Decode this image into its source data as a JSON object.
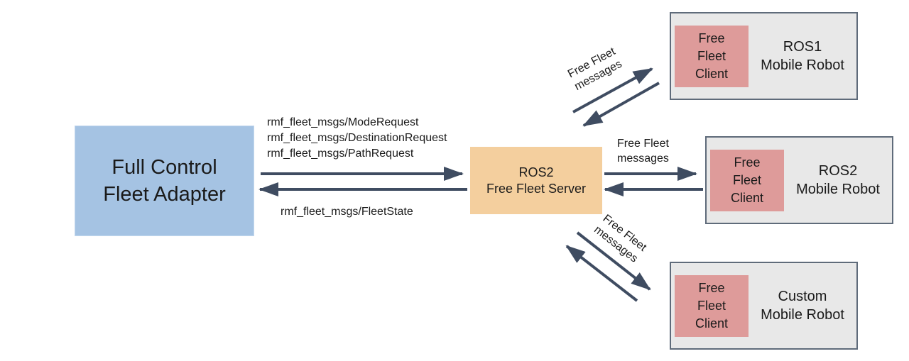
{
  "colors": {
    "arrow": "#3f4c61",
    "adapter-fill": "#a5c3e3",
    "server-fill": "#f4cf9e",
    "client-fill": "#de9b9a",
    "robot-fill": "#e8e8e8",
    "robot-border": "#5f6b7a",
    "text": "#1a1a1a"
  },
  "adapter": {
    "lines": [
      "Full Control",
      "Fleet Adapter"
    ]
  },
  "server": {
    "lines": [
      "ROS2",
      "Free Fleet Server"
    ]
  },
  "topics_to_server": {
    "lines": [
      "rmf_fleet_msgs/ModeRequest",
      "rmf_fleet_msgs/DestinationRequest",
      "rmf_fleet_msgs/PathRequest"
    ]
  },
  "topic_from_server": "rmf_fleet_msgs/FleetState",
  "free_fleet_messages": {
    "lines": [
      "Free Fleet",
      "messages"
    ]
  },
  "robots": {
    "ros1": {
      "client_lines": [
        "Free",
        "Fleet",
        "Client"
      ],
      "name_lines": [
        "ROS1",
        "Mobile Robot"
      ]
    },
    "ros2": {
      "client_lines": [
        "Free",
        "Fleet",
        "Client"
      ],
      "name_lines": [
        "ROS2",
        "Mobile Robot"
      ]
    },
    "custom": {
      "client_lines": [
        "Free",
        "Fleet",
        "Client"
      ],
      "name_lines": [
        "Custom",
        "Mobile Robot"
      ]
    }
  }
}
